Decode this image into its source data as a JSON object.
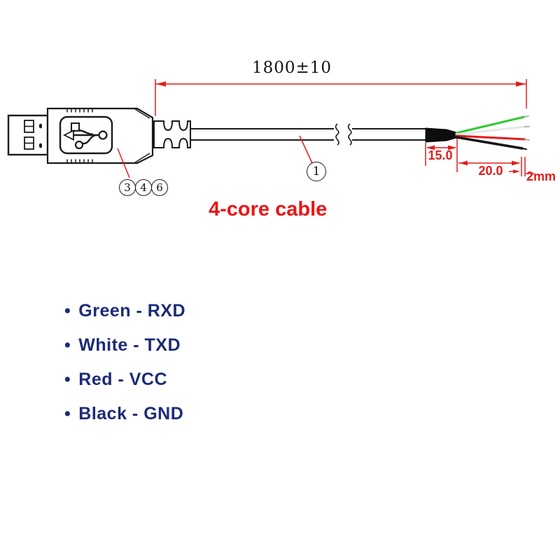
{
  "diagram": {
    "title": "4-core cable",
    "dim_overall": "1800±10",
    "dim_sleeve": "15.0",
    "dim_strip": "20.0",
    "dim_tip": "2mm",
    "callout_cable": "1",
    "callout_connector_1": "3",
    "callout_connector_2": "4",
    "callout_connector_3": "6"
  },
  "wires": {
    "green": {
      "color": "#2fca2f"
    },
    "white": {
      "color": "#e8e8e8"
    },
    "red": {
      "color": "#e51b1b"
    },
    "black": {
      "color": "#141414"
    },
    "tip_color": "#b0b0b0"
  },
  "legend": {
    "bullet": "•",
    "items": [
      {
        "label": "Green - RXD"
      },
      {
        "label": "White - TXD"
      },
      {
        "label": "Red - VCC"
      },
      {
        "label": "Black - GND"
      }
    ]
  },
  "colors": {
    "dimension_red": "#e11d1d",
    "title_red": "#ec1515",
    "legend_navy": "#1b2b78",
    "line_black": "#1a1a1a"
  }
}
